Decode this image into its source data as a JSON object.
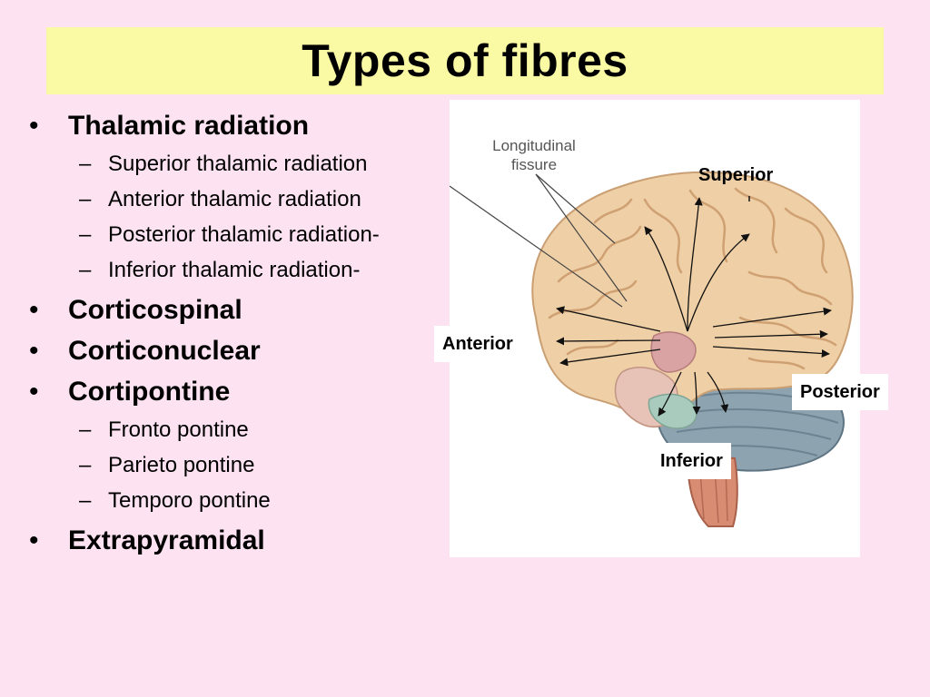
{
  "title": "Types of fibres",
  "bullets": [
    {
      "label": "Thalamic radiation",
      "subs": [
        "Superior thalamic radiation",
        "Anterior thalamic radiation",
        "Posterior thalamic radiation-",
        "Inferior thalamic radiation-"
      ]
    },
    {
      "label": "Corticospinal"
    },
    {
      "label": "Corticonuclear"
    },
    {
      "label": "Cortipontine",
      "subs": [
        "Fronto pontine",
        "Parieto pontine",
        "Temporo pontine"
      ]
    },
    {
      "label": "Extrapyramidal"
    }
  ],
  "figure": {
    "fissure_label_1": "Longitudinal",
    "fissure_label_2": "fissure",
    "directions": {
      "superior": "Superior",
      "anterior": "Anterior",
      "posterior": "Posterior",
      "inferior": "Inferior"
    }
  },
  "colors": {
    "background": "#fde3f1",
    "title_bar": "#fbfaa4",
    "brain": "#efcfa6",
    "cerebellum": "#8ea3b0",
    "brainstem": "#d88c72"
  }
}
